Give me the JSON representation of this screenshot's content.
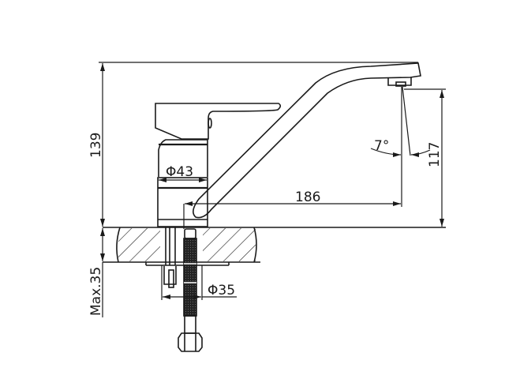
{
  "diagram": {
    "subject": "single-lever kitchen faucet technical drawing",
    "stroke_color": "#1a1a1a",
    "background": "#ffffff",
    "dimensions": {
      "overall_height": "139",
      "body_diameter": "Φ43",
      "spout_reach": "186",
      "spout_angle": "7°",
      "spout_outlet_height": "117",
      "max_deck_thickness": "Max.35",
      "mounting_hole_diameter": "Φ35"
    },
    "parts": [
      "lever-handle",
      "body",
      "spout",
      "aerator",
      "countertop-section",
      "mounting-shank",
      "flexible-hose",
      "hex-nut"
    ]
  }
}
